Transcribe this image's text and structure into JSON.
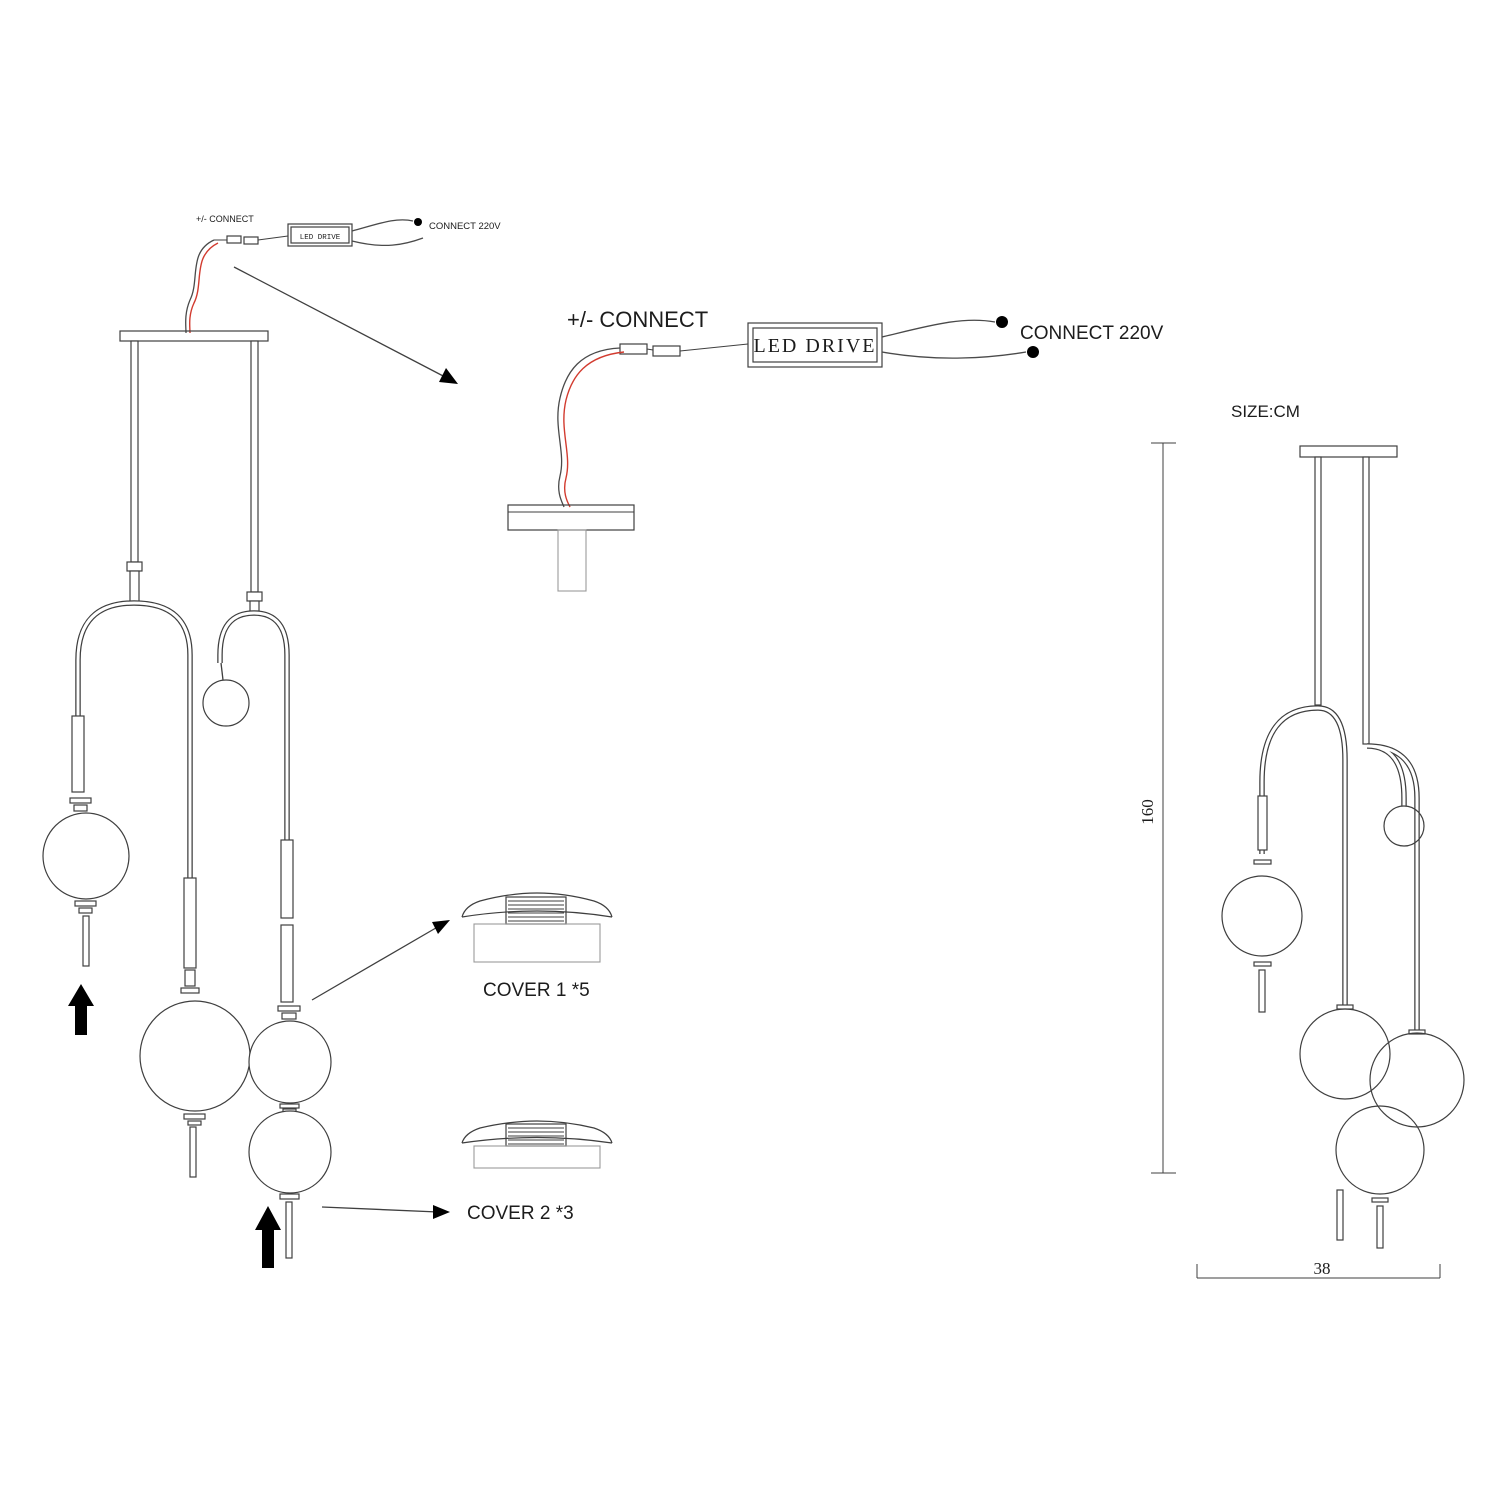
{
  "diagram": {
    "title_note": "pendant lamp installation diagram",
    "small_detail": {
      "plus_minus": "+/- CONNECT",
      "led_drive": "LED DRIVE",
      "connect220": "CONNECT 220V"
    },
    "large_detail": {
      "plus_minus": "+/- CONNECT",
      "led_drive": "LED DRIVE",
      "connect220": "CONNECT 220V"
    },
    "size_section": {
      "size_label": "SIZE:CM",
      "height_dim": "160",
      "width_dim": "38"
    },
    "covers": {
      "cover1": "COVER 1 *5",
      "cover2": "COVER 2 *3"
    },
    "colors": {
      "line": "#3f3f3f",
      "wire_red": "#d23b2f",
      "light_gray": "#9a9a9a",
      "black": "#000000",
      "background": "#ffffff"
    }
  }
}
